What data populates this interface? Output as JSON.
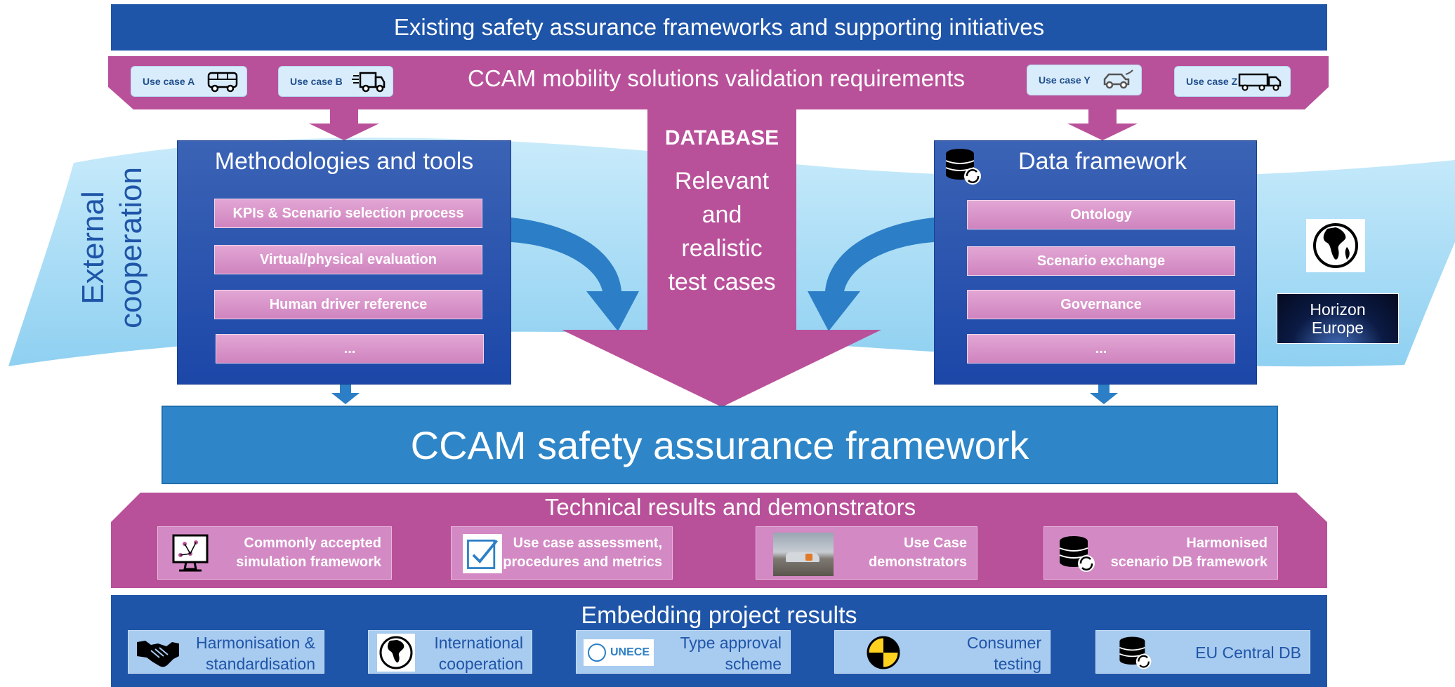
{
  "top_banner": {
    "title": "Existing safety assurance frameworks and supporting initiatives"
  },
  "requirements": {
    "title": "CCAM mobility solutions validation requirements",
    "use_cases": [
      {
        "label": "Use case A",
        "icon": "bus-icon"
      },
      {
        "label": "Use case B",
        "icon": "truck-icon"
      },
      {
        "label": "Use case Y",
        "icon": "electric-car-icon"
      },
      {
        "label": "Use case Z",
        "icon": "semi-truck-icon"
      }
    ]
  },
  "external_cooperation": {
    "line1": "External",
    "line2": "cooperation"
  },
  "methodologies": {
    "title": "Methodologies and tools",
    "items": [
      "KPIs & Scenario selection process",
      "Virtual/physical evaluation",
      "Human driver reference",
      "..."
    ]
  },
  "database": {
    "title": "DATABASE",
    "lines": [
      "Relevant",
      "and",
      "realistic",
      "test cases"
    ]
  },
  "data_framework": {
    "title": "Data framework",
    "icon": "database-sync-icon",
    "items": [
      "Ontology",
      "Scenario exchange",
      "Governance",
      "..."
    ]
  },
  "horizon_europe": {
    "line1": "Horizon",
    "line2": "Europe",
    "globe_icon": "globe-icon"
  },
  "safety_framework": {
    "title": "CCAM safety assurance framework"
  },
  "technical_results": {
    "title": "Technical results and demonstrators",
    "items": [
      {
        "line1": "Commonly accepted",
        "line2": "simulation framework",
        "icon": "simulation-computer-icon"
      },
      {
        "line1": "Use case assessment,",
        "line2": "procedures and metrics",
        "icon": "checklist-icon"
      },
      {
        "line1": "Use Case",
        "line2": "demonstrators",
        "icon": "demonstrator-photo"
      },
      {
        "line1": "Harmonised",
        "line2": "scenario DB framework",
        "icon": "database-sync-icon"
      }
    ]
  },
  "embedding": {
    "title": "Embedding project results",
    "items": [
      {
        "line1": "Harmonisation &",
        "line2": "standardisation",
        "icon": "handshake-icon"
      },
      {
        "line1": "International",
        "line2": "cooperation",
        "icon": "globe-icon"
      },
      {
        "line1": "Type approval",
        "line2": "scheme",
        "icon": "unece-logo",
        "logo_text": "UNECE"
      },
      {
        "line1": "Consumer",
        "line2": "testing",
        "icon": "crash-test-icon"
      },
      {
        "line1": "EU Central DB",
        "line2": "",
        "icon": "database-sync-icon"
      }
    ]
  },
  "colors": {
    "dark_blue": "#1f55a8",
    "magenta": "#b9519a",
    "light_blue": "#b3def5",
    "mid_blue": "#2e86c8",
    "pink_box": "#d389c4"
  }
}
